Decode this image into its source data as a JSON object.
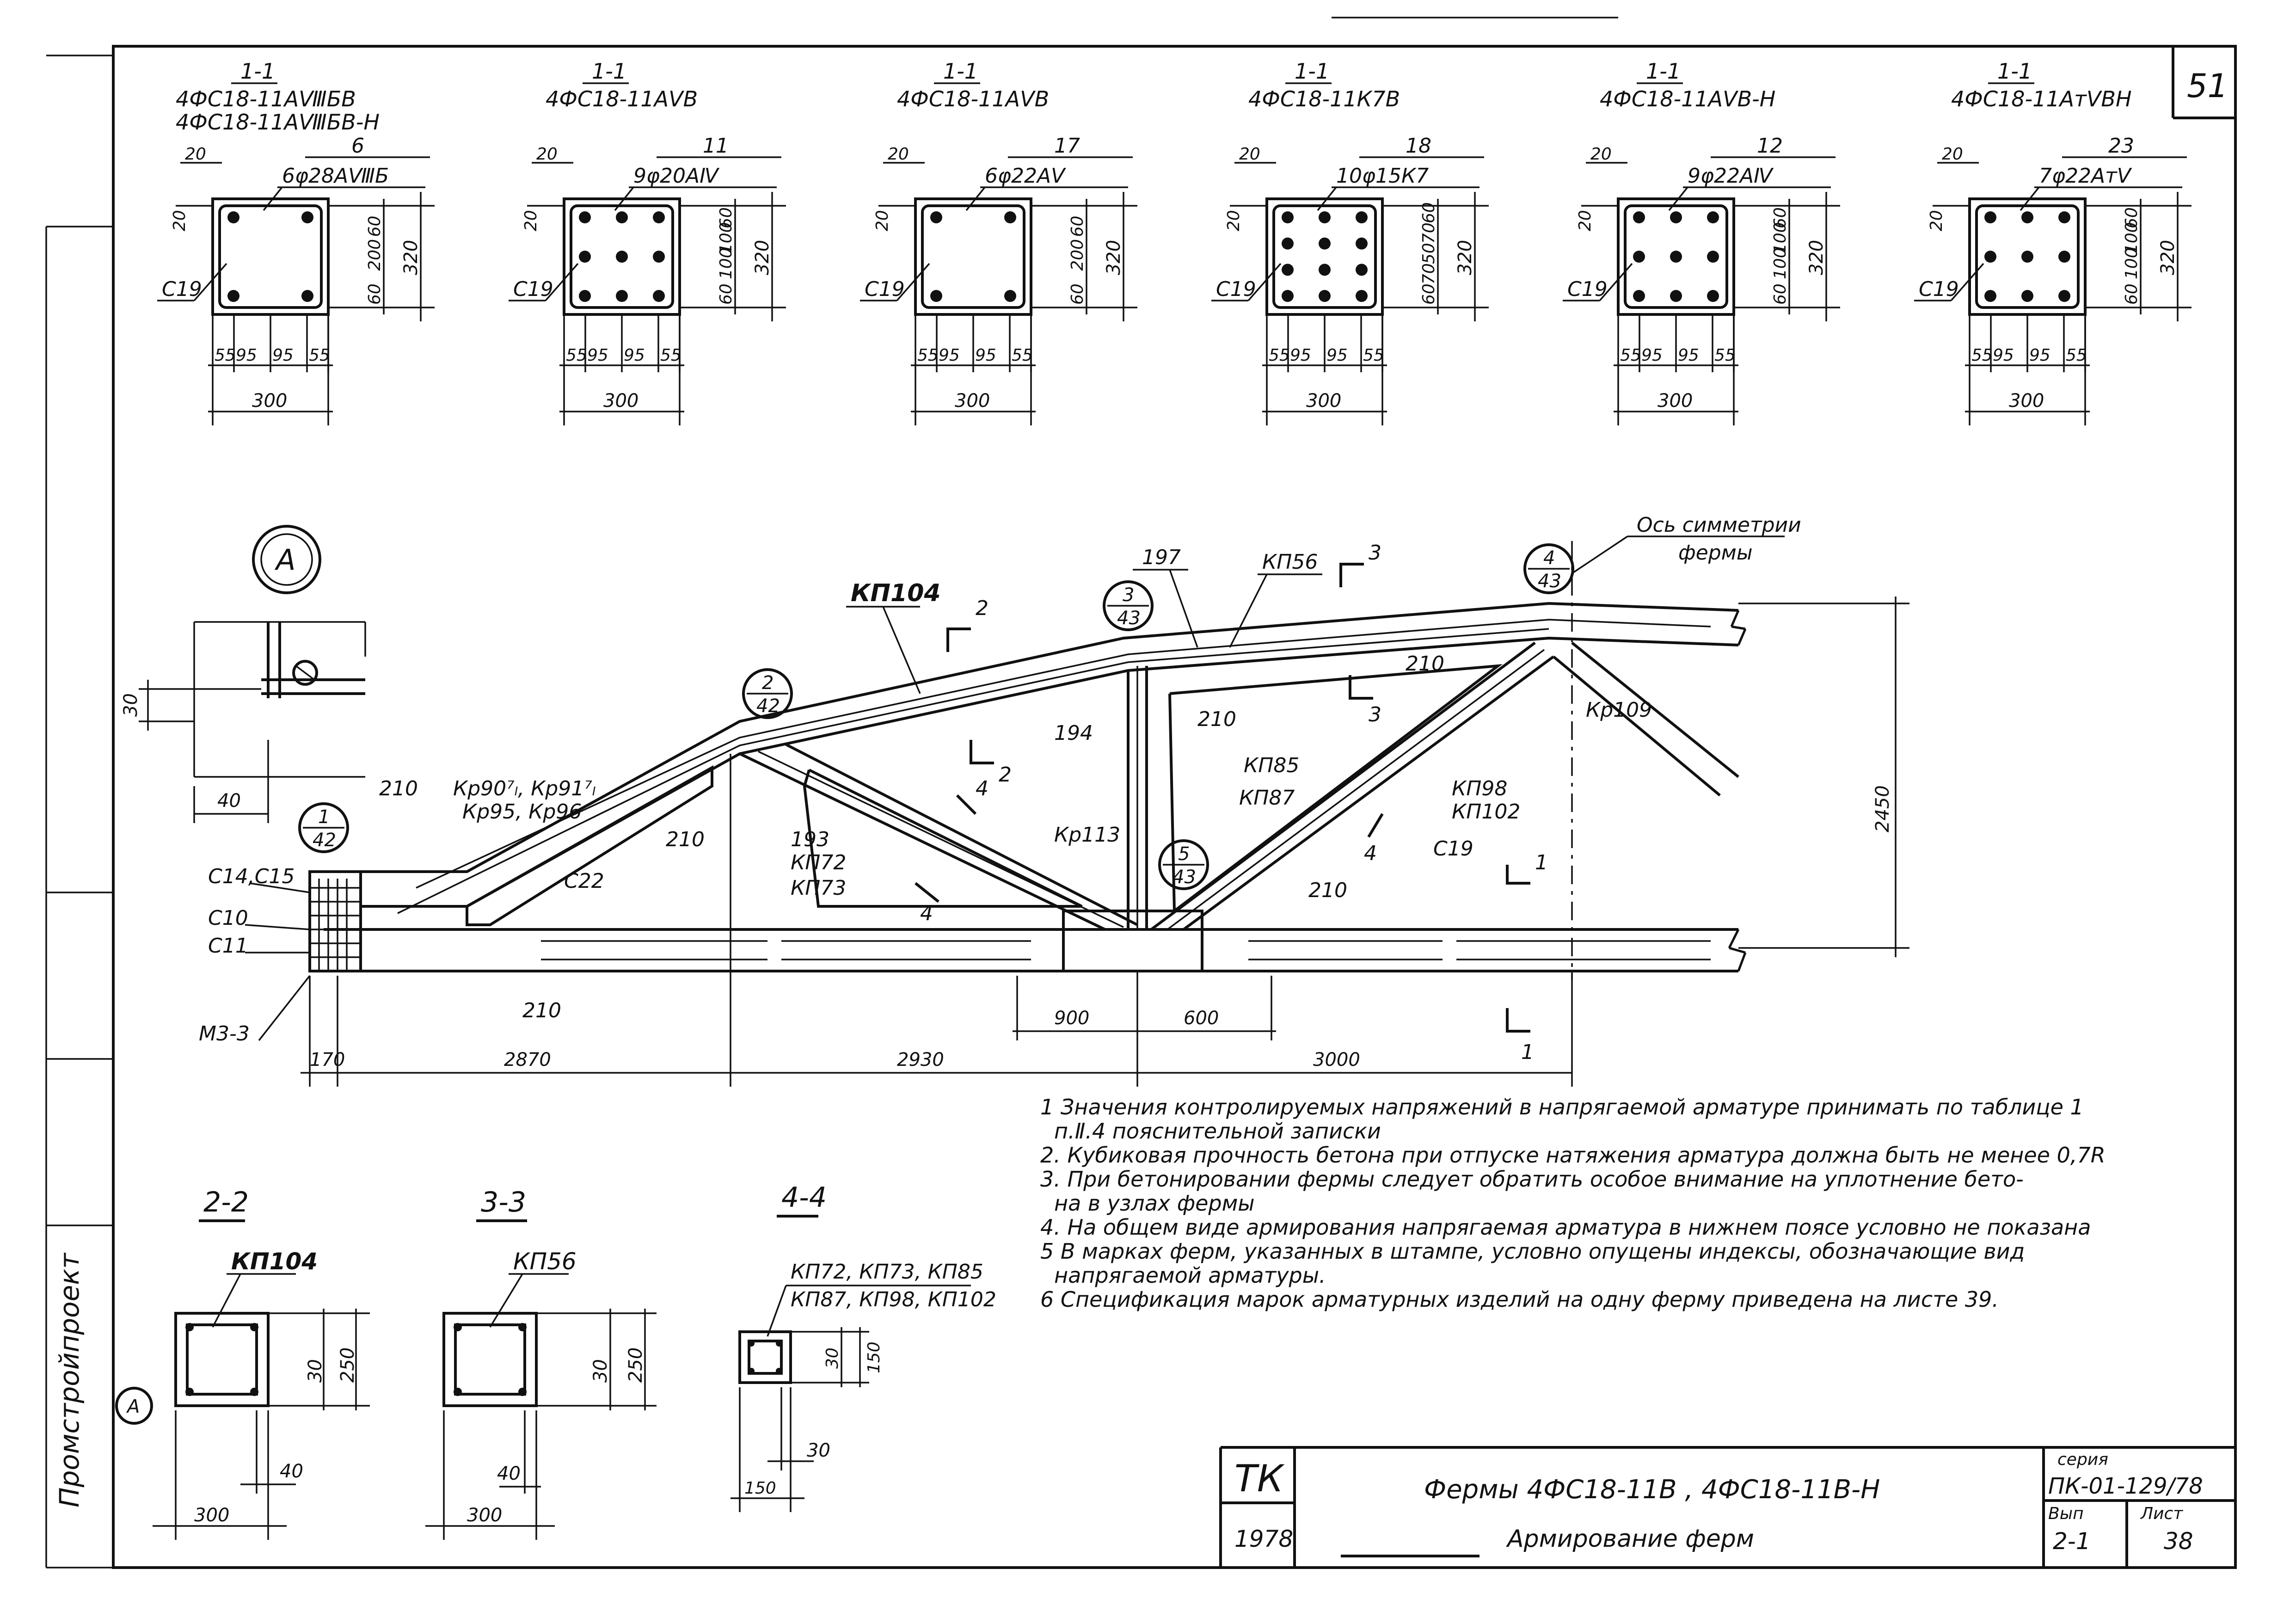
{
  "sheet_number": "51",
  "side_stamp": "Промстройпроект",
  "sections": [
    {
      "cut": "1-1",
      "mark": "4ФС18-11АⅧБВ",
      "mark2": "4ФС18-11АⅧБВ-Н",
      "bars": "6φ28АⅧБ",
      "pos": "6",
      "top_cover": "20",
      "left_cover": "20",
      "dims_v": [
        "60",
        "200",
        "60"
      ],
      "height": "320",
      "dims_h": [
        "55",
        "95",
        "95",
        "55"
      ],
      "width": "300",
      "clamp": "С19"
    },
    {
      "cut": "1-1",
      "mark": "4ФС18-11АⅤВ",
      "bars": "9φ20АⅣ",
      "pos": "11",
      "top_cover": "20",
      "left_cover": "20",
      "dims_v": [
        "60",
        "100",
        "100",
        "60"
      ],
      "height": "320",
      "dims_h": [
        "55",
        "95",
        "95",
        "55"
      ],
      "width": "300",
      "clamp": "С19"
    },
    {
      "cut": "1-1",
      "mark": "4ФС18-11АⅤВ",
      "bars": "6φ22АⅤ",
      "pos": "17",
      "top_cover": "20",
      "left_cover": "20",
      "dims_v": [
        "60",
        "200",
        "60"
      ],
      "height": "320",
      "dims_h": [
        "55",
        "95",
        "95",
        "55"
      ],
      "width": "300",
      "clamp": "С19"
    },
    {
      "cut": "1-1",
      "mark": "4ФС18-11К7В",
      "bars": "10φ15К7",
      "pos": "18",
      "top_cover": "20",
      "left_cover": "20",
      "dims_v": [
        "60",
        "70",
        "50",
        "70",
        "60"
      ],
      "height": "320",
      "dims_h": [
        "55",
        "95",
        "95",
        "55"
      ],
      "width": "300",
      "clamp": "С19"
    },
    {
      "cut": "1-1",
      "mark": "4ФС18-11АⅤВ-Н",
      "bars": "9φ22АⅣ",
      "pos": "12",
      "top_cover": "20",
      "left_cover": "20",
      "dims_v": [
        "60",
        "100",
        "100",
        "60"
      ],
      "height": "320",
      "dims_h": [
        "55",
        "95",
        "95",
        "55"
      ],
      "width": "300",
      "clamp": "С19"
    },
    {
      "cut": "1-1",
      "mark": "4ФС18-11АтⅤВН",
      "bars": "7φ22АтⅤ",
      "pos": "23",
      "top_cover": "20",
      "left_cover": "20",
      "dims_v": [
        "60",
        "100",
        "100",
        "60"
      ],
      "height": "320",
      "dims_h": [
        "55",
        "95",
        "95",
        "55"
      ],
      "width": "300",
      "clamp": "С19"
    }
  ],
  "node_a": {
    "label": "А",
    "dim_v": "30",
    "dim_h": "40"
  },
  "truss": {
    "symmetry_label_1": "Ось симметрии",
    "symmetry_label_2": "фермы",
    "height_dim": "2450",
    "span_dims": [
      "170",
      "2870",
      "2930",
      "3000"
    ],
    "panel_dims": [
      "900",
      "600"
    ],
    "marks": {
      "kp104": "КП104",
      "kp56": "КП56",
      "kp98": "КП98",
      "kp102": "КП102",
      "kp85": "КП85",
      "kp87": "КП87",
      "kp72": "КП72",
      "kp73": "КП73",
      "kr109": "Кр109",
      "kr113": "Кр113",
      "kr90": "Кр90⁷ₗ, Кр91⁷ₗ",
      "kr95": "Кр95, Кр96",
      "c14": "С14,С15",
      "c10": "С10",
      "c11": "С11",
      "m3": "М3-3",
      "c22": "С22",
      "c19": "С19",
      "n197": "197",
      "n193": "193",
      "n194": "194",
      "n210": "210"
    },
    "callouts": [
      {
        "top": "4",
        "bottom": "43"
      },
      {
        "top": "3",
        "bottom": "43"
      },
      {
        "top": "2",
        "bottom": "42"
      },
      {
        "top": "1",
        "bottom": "42"
      },
      {
        "top": "5",
        "bottom": "43"
      }
    ],
    "cuts": [
      "1",
      "2",
      "3",
      "4"
    ]
  },
  "small_sections": [
    {
      "title": "2-2",
      "mark": "КП104",
      "dim_v1": "30",
      "dim_v2": "250",
      "dim_h1": "40",
      "dim_h2": "300",
      "node": "А"
    },
    {
      "title": "3-3",
      "mark": "КП56",
      "dim_v1": "30",
      "dim_v2": "250",
      "dim_h1": "40",
      "dim_h2": "300"
    },
    {
      "title": "4-4",
      "mark": "КП72, КП73, КП85",
      "mark2": "КП87, КП98, КП102",
      "dim_v1": "30",
      "dim_v2": "150",
      "dim_h1": "30",
      "dim_h2": "150"
    }
  ],
  "notes": [
    "1 Значения контролируемых напряжений в напрягаемой арматуре принимать по таблице 1",
    "п.Ⅱ.4 пояснительной записки",
    "2. Кубиковая прочность бетона при отпуске натяжения арматура должна быть не менее 0,7R",
    "3. При бетонировании фермы следует обратить особое внимание на уплотнение бето-",
    "на в узлах фермы",
    "4. На общем виде армирования напрягаемая арматура в нижнем поясе условно не показана",
    "5 В марках ферм, указанных в штампе, условно опущены индексы, обозначающие вид",
    "напрягаемой арматуры.",
    "6 Спецификация марок арматурных изделий на одну ферму приведена на листе 39."
  ],
  "title_block": {
    "org": "ТК",
    "year": "1978",
    "title_1": "Фермы 4ФС18-11В , 4ФС18-11В-Н",
    "title_2": "Армирование ферм",
    "series_label": "серия",
    "series": "ПК-01-129/78",
    "issue_label": "Вып",
    "issue": "2-1",
    "sheet_label": "Лист",
    "sheet": "38"
  }
}
